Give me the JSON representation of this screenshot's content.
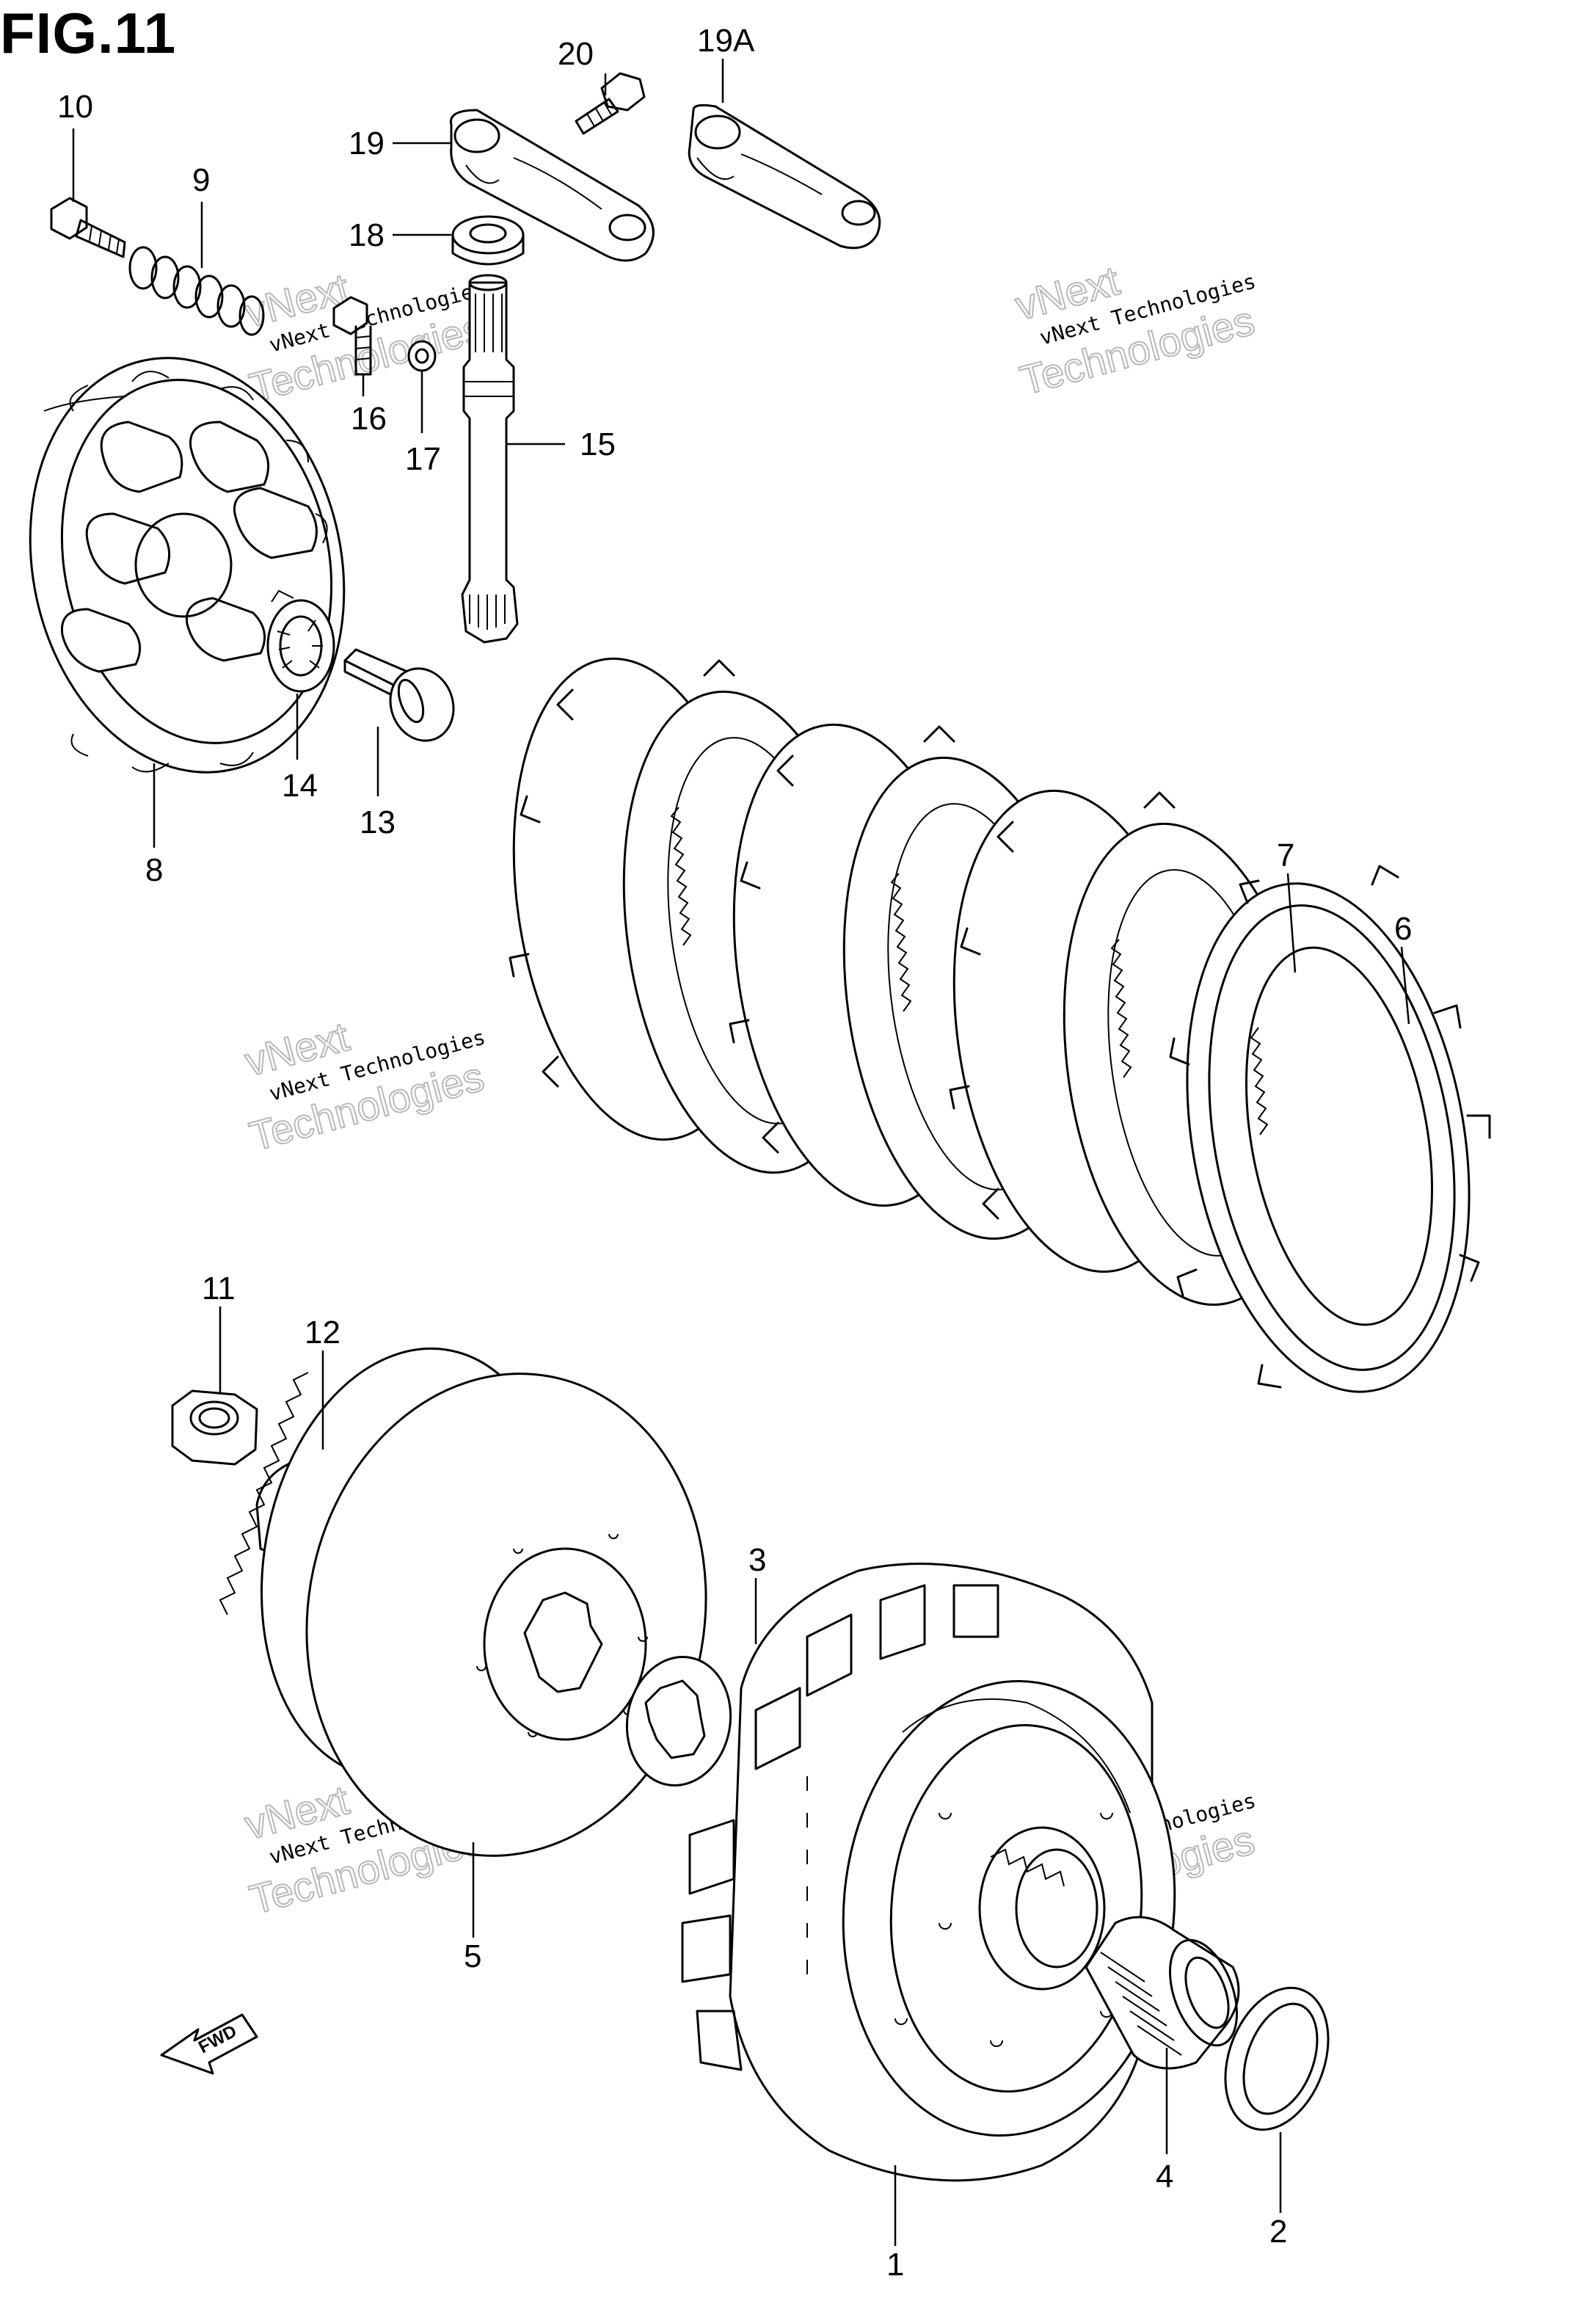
{
  "figure": {
    "title": "FIG.11"
  },
  "callouts": [
    "10",
    "9",
    "20",
    "19A",
    "19",
    "18",
    "16",
    "17",
    "15",
    "14",
    "13",
    "8",
    "7",
    "6",
    "11",
    "12",
    "3",
    "5",
    "4",
    "2",
    "1"
  ],
  "watermark": {
    "line1": "vNext Technologies",
    "line2": "Technologies",
    "line3": "vNext"
  },
  "fwd_label": "FWD"
}
